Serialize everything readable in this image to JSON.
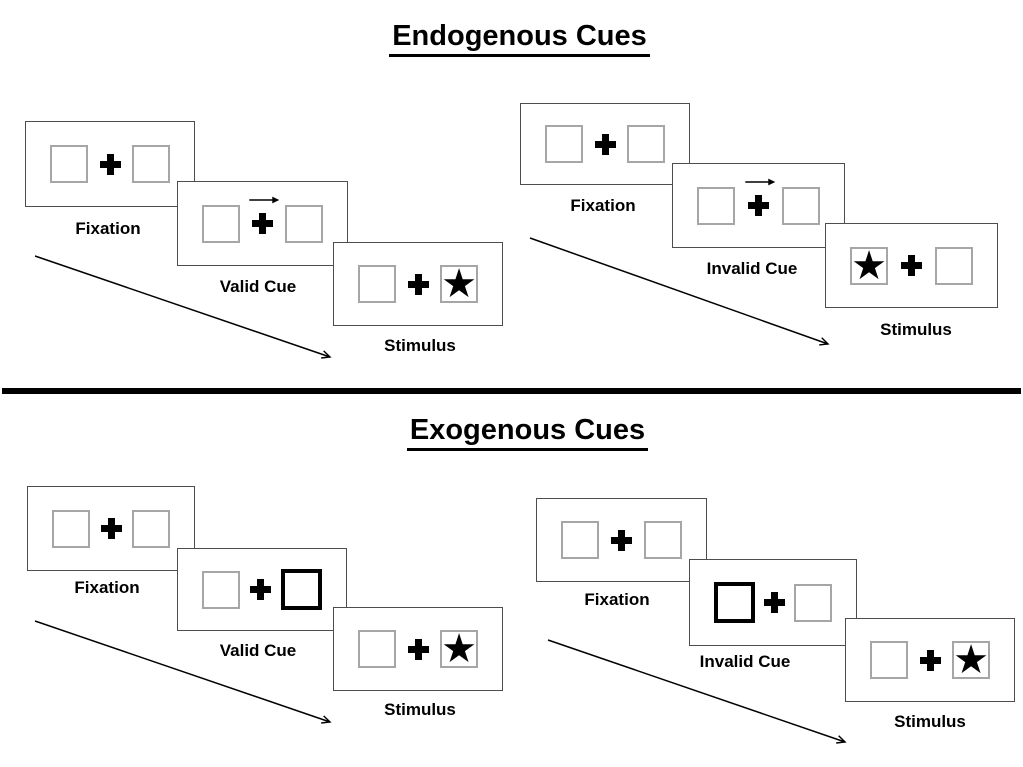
{
  "figure": {
    "background": "#ffffff",
    "colors": {
      "ink": "#000000",
      "panel_outline": "#4d4d4d",
      "box_outline": "#a6a6a6"
    }
  },
  "glyphs": {
    "star": "★"
  },
  "sections": [
    {
      "id": "endogenous",
      "title": "Endogenous Cues",
      "groups": [
        {
          "id": "endogenous-valid",
          "frames": [
            {
              "label": "Fixation",
              "left_box": "empty",
              "right_box": "empty",
              "cue": "none"
            },
            {
              "label": "Valid Cue",
              "left_box": "empty",
              "right_box": "empty",
              "cue": "arrow-right"
            },
            {
              "label": "Stimulus",
              "left_box": "empty",
              "right_box": "star",
              "cue": "none"
            }
          ]
        },
        {
          "id": "endogenous-invalid",
          "frames": [
            {
              "label": "Fixation",
              "left_box": "empty",
              "right_box": "empty",
              "cue": "none"
            },
            {
              "label": "Invalid Cue",
              "left_box": "empty",
              "right_box": "empty",
              "cue": "arrow-right"
            },
            {
              "label": "Stimulus",
              "left_box": "star",
              "right_box": "empty",
              "cue": "none"
            }
          ]
        }
      ]
    },
    {
      "id": "exogenous",
      "title": "Exogenous Cues",
      "groups": [
        {
          "id": "exogenous-valid",
          "frames": [
            {
              "label": "Fixation",
              "left_box": "empty",
              "right_box": "empty",
              "cue": "none"
            },
            {
              "label": "Valid Cue",
              "left_box": "empty",
              "right_box": "bold",
              "cue": "box-highlight-right"
            },
            {
              "label": "Stimulus",
              "left_box": "empty",
              "right_box": "star",
              "cue": "none"
            }
          ]
        },
        {
          "id": "exogenous-invalid",
          "frames": [
            {
              "label": "Fixation",
              "left_box": "empty",
              "right_box": "empty",
              "cue": "none"
            },
            {
              "label": "Invalid Cue",
              "left_box": "bold",
              "right_box": "empty",
              "cue": "box-highlight-left"
            },
            {
              "label": "Stimulus",
              "left_box": "empty",
              "right_box": "star",
              "cue": "none"
            }
          ]
        }
      ]
    }
  ]
}
